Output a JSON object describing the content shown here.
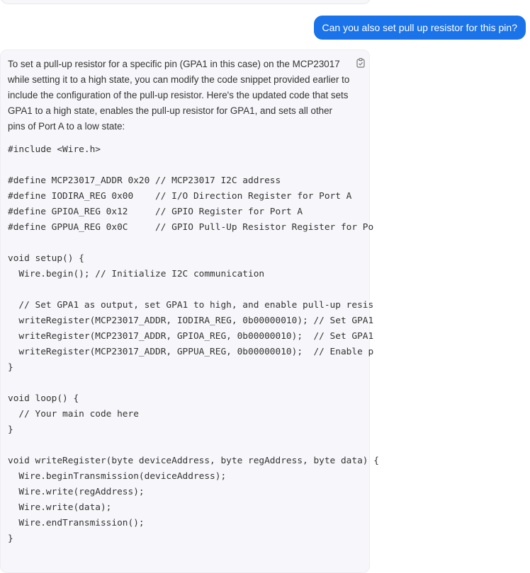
{
  "user_message": "Can you also set pull up resistor for this pin?",
  "answer": {
    "intro": "To set a pull-up resistor for a specific pin (GPA1 in this case) on the MCP23017 while setting it to a high state, you can modify the code snippet provided earlier to include the configuration of the pull-up resistor. Here's the updated code that sets GPA1 to a high state, enables the pull-up resistor for GPA1, and sets all other pins of Port A to a low state:",
    "copy_icon": "clipboard-icon",
    "code_lines": [
      "#include <Wire.h>",
      "",
      "#define MCP23017_ADDR 0x20 // MCP23017 I2C address",
      "#define IODIRA_REG 0x00    // I/O Direction Register for Port A",
      "#define GPIOA_REG 0x12     // GPIO Register for Port A",
      "#define GPPUA_REG 0x0C     // GPIO Pull-Up Resistor Register for Po",
      "",
      "void setup() {",
      "  Wire.begin(); // Initialize I2C communication",
      "",
      "  // Set GPA1 as output, set GPA1 to high, and enable pull-up resis",
      "  writeRegister(MCP23017_ADDR, IODIRA_REG, 0b00000010); // Set GPA1",
      "  writeRegister(MCP23017_ADDR, GPIOA_REG, 0b00000010);  // Set GPA1",
      "  writeRegister(MCP23017_ADDR, GPPUA_REG, 0b00000010);  // Enable p",
      "}",
      "",
      "void loop() {",
      "  // Your main code here",
      "}",
      "",
      "void writeRegister(byte deviceAddress, byte regAddress, byte data) {",
      "  Wire.beginTransmission(deviceAddress);",
      "  Wire.write(regAddress);",
      "  Wire.write(data);",
      "  Wire.endTransmission();",
      "}"
    ]
  },
  "colors": {
    "user_bubble": "#1a73e8",
    "answer_bg": "#f7f7fb"
  }
}
